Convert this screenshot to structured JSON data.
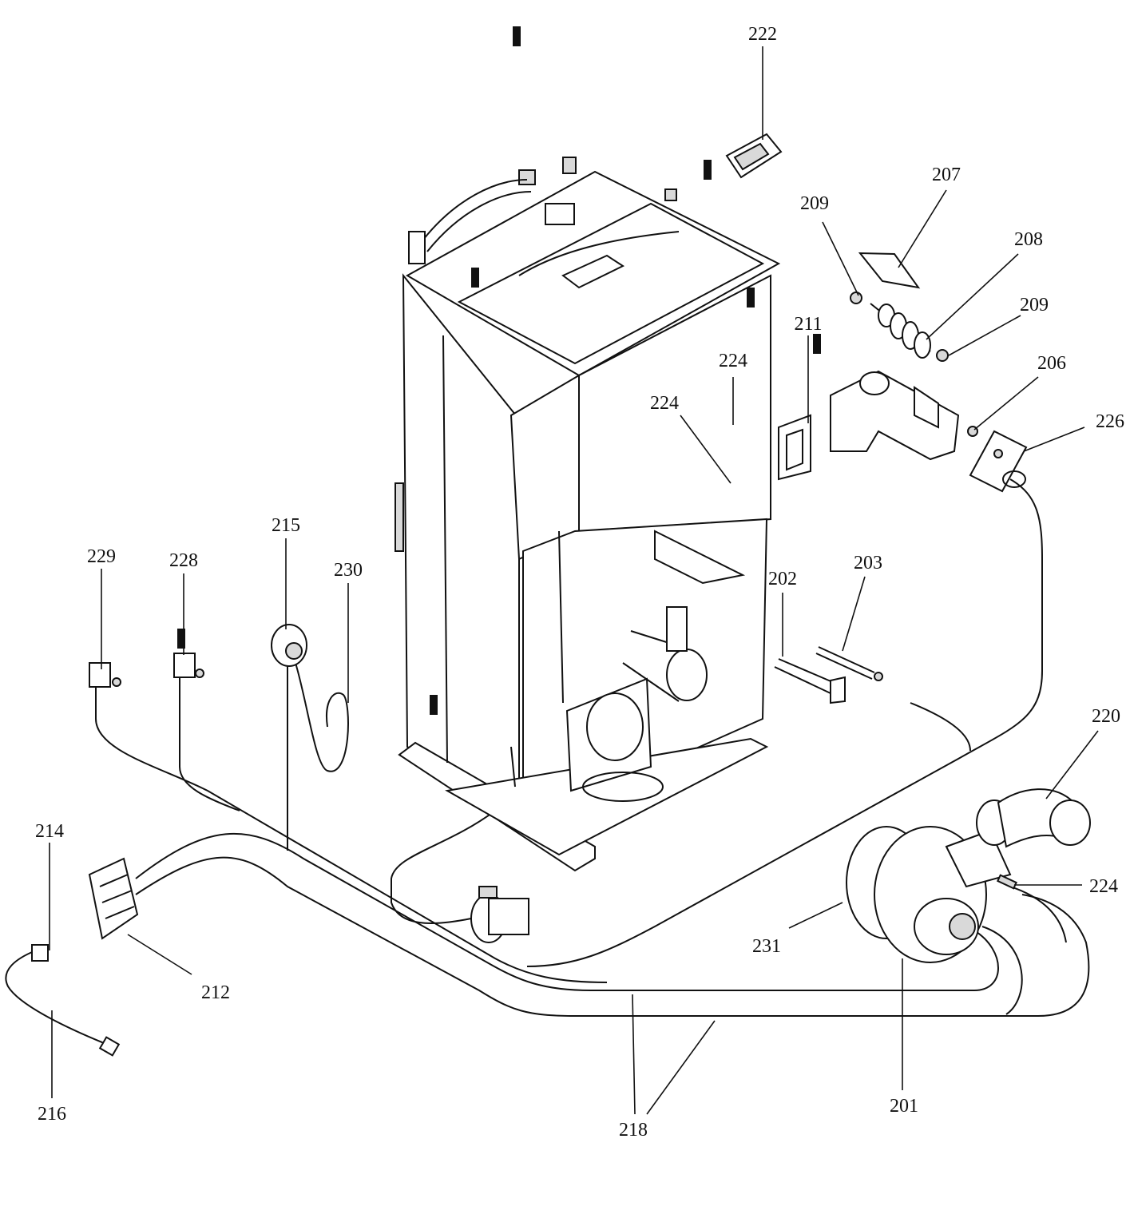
{
  "callouts": {
    "c201": "201",
    "c202": "202",
    "c203": "203",
    "c206": "206",
    "c207": "207",
    "c208": "208",
    "c209a": "209",
    "c209b": "209",
    "c211": "211",
    "c212": "212",
    "c214": "214",
    "c215": "215",
    "c216": "216",
    "c218": "218",
    "c220": "220",
    "c222": "222",
    "c224a": "224",
    "c224b": "224",
    "c224c": "224",
    "c226": "226",
    "c228": "228",
    "c229": "229",
    "c230": "230",
    "c231": "231"
  }
}
